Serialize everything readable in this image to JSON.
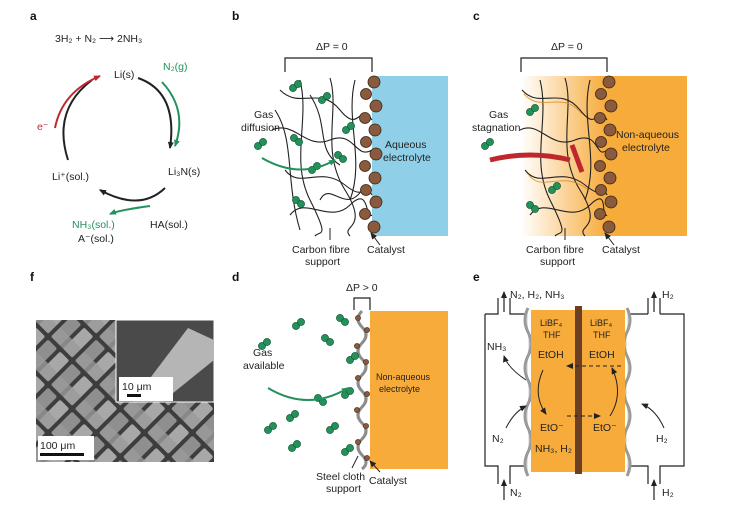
{
  "colors": {
    "green": "#23915a",
    "red": "#c0272d",
    "blue": "#8fd0e8",
    "orange": "#f7ab3a",
    "orange_light": "#fde4b7",
    "catalyst": "#8a5a3c",
    "dark_bar": "#6b3f24",
    "gray_electrode": "#bfbfbf"
  },
  "panel_a": {
    "label": "a",
    "equation": "3H₂ + N₂ ⟶ 2NH₃",
    "li_s": "Li(s)",
    "n2_g": "N₂(g)",
    "e_minus": "e⁻",
    "li3n": "Li₃N(s)",
    "li_plus": "Li⁺(sol.)",
    "nh3": "NH₃(sol.)",
    "a_minus": "A⁻(sol.)",
    "ha": "HA(sol.)"
  },
  "panel_b": {
    "label": "b",
    "dp": "ΔP = 0",
    "gas": "Gas",
    "diffusion": "diffusion",
    "electrolyte_1": "Aqueous",
    "electrolyte_2": "electrolyte",
    "support_1": "Carbon fibre",
    "support_2": "support",
    "catalyst": "Catalyst"
  },
  "panel_c": {
    "label": "c",
    "dp": "ΔP = 0",
    "gas": "Gas",
    "stagnation": "stagnation",
    "electrolyte_1": "Non-aqueous",
    "electrolyte_2": "electrolyte",
    "support_1": "Carbon fibre",
    "support_2": "support",
    "catalyst": "Catalyst"
  },
  "panel_f": {
    "label": "f",
    "scale_inset": "10 μm",
    "scale_main": "100 μm"
  },
  "panel_d": {
    "label": "d",
    "dp": "ΔP > 0",
    "gas": "Gas",
    "available": "available",
    "electrolyte_1": "Non-aqueous",
    "electrolyte_2": "electrolyte",
    "support_1": "Steel cloth",
    "support_2": "support",
    "catalyst": "Catalyst"
  },
  "panel_e": {
    "label": "e",
    "top_out_left": "N₂, H₂, NH₃",
    "top_out_right": "H₂",
    "bottom_in_left": "N₂",
    "bottom_in_right": "H₂",
    "libf4_left": "LiBF₄",
    "thf_left": "THF",
    "libf4_right": "LiBF₄",
    "thf_right": "THF",
    "etoh_left": "EtOH",
    "etoh_right": "EtOH",
    "eto_left": "EtO⁻",
    "eto_right": "EtO⁻",
    "nh3_h2": "NH₃, H₂",
    "nh3": "NH₃",
    "n2": "N₂",
    "h2": "H₂"
  }
}
